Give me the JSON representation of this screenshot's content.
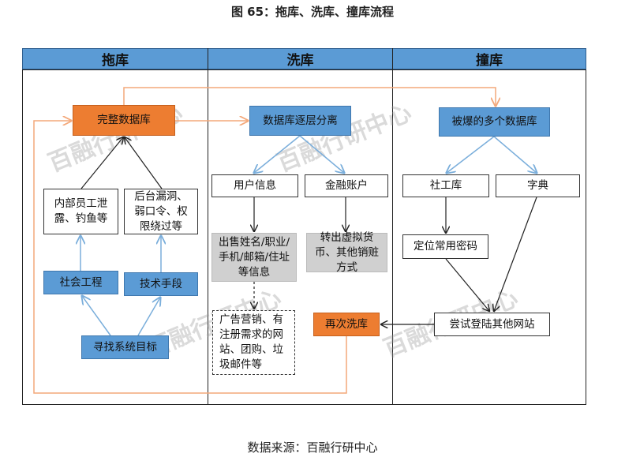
{
  "title": "图 65：拖库、洗库、撞库流程",
  "source": "数据来源：百融行研中心",
  "watermark": "百融行研中心",
  "columns": [
    "拖库",
    "洗库",
    "撞库"
  ],
  "drag": {
    "full_db": "完整数据库",
    "insider": "内部员工泄露、钓鱼等",
    "backend": "后台漏洞、弱口令、权限绕过等",
    "social_eng": "社会工程",
    "tech": "技术手段",
    "find_target": "寻找系统目标"
  },
  "wash": {
    "separate": "数据库逐层分离",
    "user_info": "用户信息",
    "finance": "金融账户",
    "sell": "出售姓名/职业/手机/邮箱/住址等信息",
    "transfer": "转出虚拟货币、其他销赃方式",
    "ads": "广告营销、有注册需求的网站、团购、垃圾邮件等",
    "rewash": "再次洗库"
  },
  "stuff": {
    "leaked": "被爆的多个数据库",
    "social_db": "社工库",
    "dict": "字典",
    "locate_pw": "定位常用密码",
    "try_login": "尝试登陆其他网站"
  },
  "colors": {
    "header": "#5b9bd5",
    "orange": "#ed7d31",
    "gray": "#d0d0d0"
  }
}
